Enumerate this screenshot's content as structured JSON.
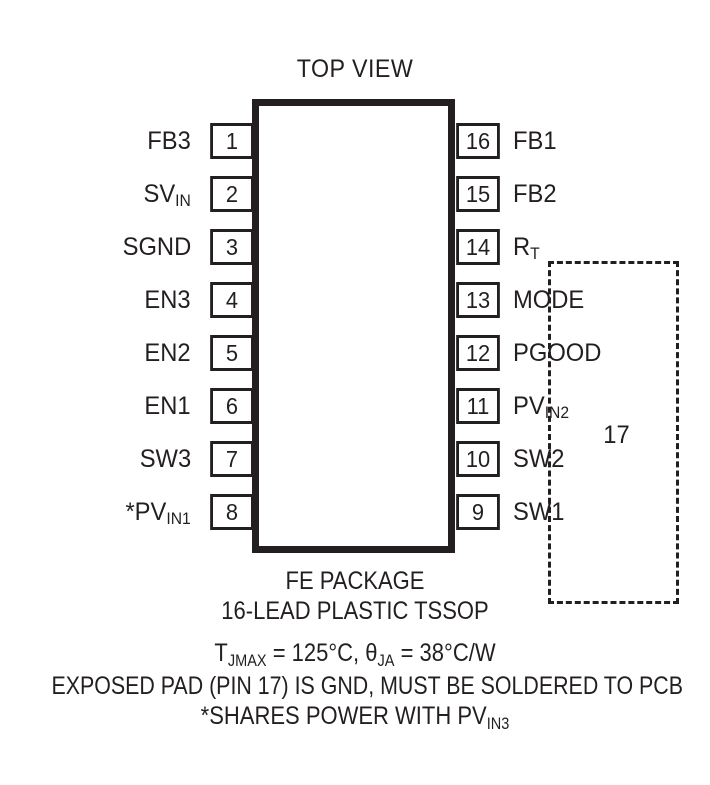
{
  "title": "TOP VIEW",
  "package": {
    "exposed_pad_number": "17",
    "left_pins": [
      {
        "number": "1",
        "name": "FB3",
        "sub": ""
      },
      {
        "number": "2",
        "name": "SV",
        "sub": "IN"
      },
      {
        "number": "3",
        "name": "SGND",
        "sub": ""
      },
      {
        "number": "4",
        "name": "EN3",
        "sub": ""
      },
      {
        "number": "5",
        "name": "EN2",
        "sub": ""
      },
      {
        "number": "6",
        "name": "EN1",
        "sub": ""
      },
      {
        "number": "7",
        "name": "SW3",
        "sub": ""
      },
      {
        "number": "8",
        "name": "*PV",
        "sub": "IN1"
      }
    ],
    "right_pins": [
      {
        "number": "16",
        "name": "FB1",
        "sub": ""
      },
      {
        "number": "15",
        "name": "FB2",
        "sub": ""
      },
      {
        "number": "14",
        "name": "R",
        "sub": "T"
      },
      {
        "number": "13",
        "name": "MODE",
        "sub": ""
      },
      {
        "number": "12",
        "name": "PGOOD",
        "sub": ""
      },
      {
        "number": "11",
        "name": "PV",
        "sub": "IN2"
      },
      {
        "number": "10",
        "name": "SW2",
        "sub": ""
      },
      {
        "number": "9",
        "name": "SW1",
        "sub": ""
      }
    ]
  },
  "caption": {
    "package_name": "FE PACKAGE",
    "package_type": "16-LEAD PLASTIC TSSOP",
    "thermal_tjmax_label": "T",
    "thermal_tjmax_sub": "JMAX",
    "thermal_tjmax_value": " = 125°C, ",
    "thermal_theta_label": "θ",
    "thermal_theta_sub": "JA",
    "thermal_theta_value": " = 38°C/W",
    "exposed_pad_note": "EXPOSED PAD (PIN 17) IS GND, MUST BE SOLDERED TO PCB",
    "footnote_prefix": "*SHARES POWER WITH PV",
    "footnote_sub": "IN3"
  },
  "colors": {
    "ink": "#231f20",
    "background": "#ffffff"
  }
}
